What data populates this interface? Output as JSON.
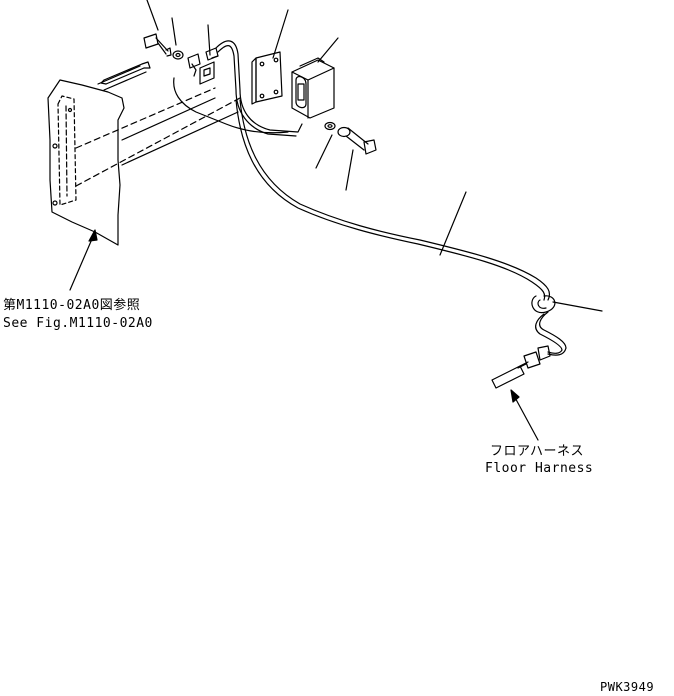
{
  "labels": {
    "reference_jp": "第M1110-02A0図参照",
    "reference_en": "See Fig.M1110-02A0",
    "floor_harness_jp": "フロアハーネス",
    "floor_harness_en": "Floor Harness",
    "drawing_code": "PWK3949"
  },
  "colors": {
    "line": "#000000",
    "background": "#ffffff"
  }
}
